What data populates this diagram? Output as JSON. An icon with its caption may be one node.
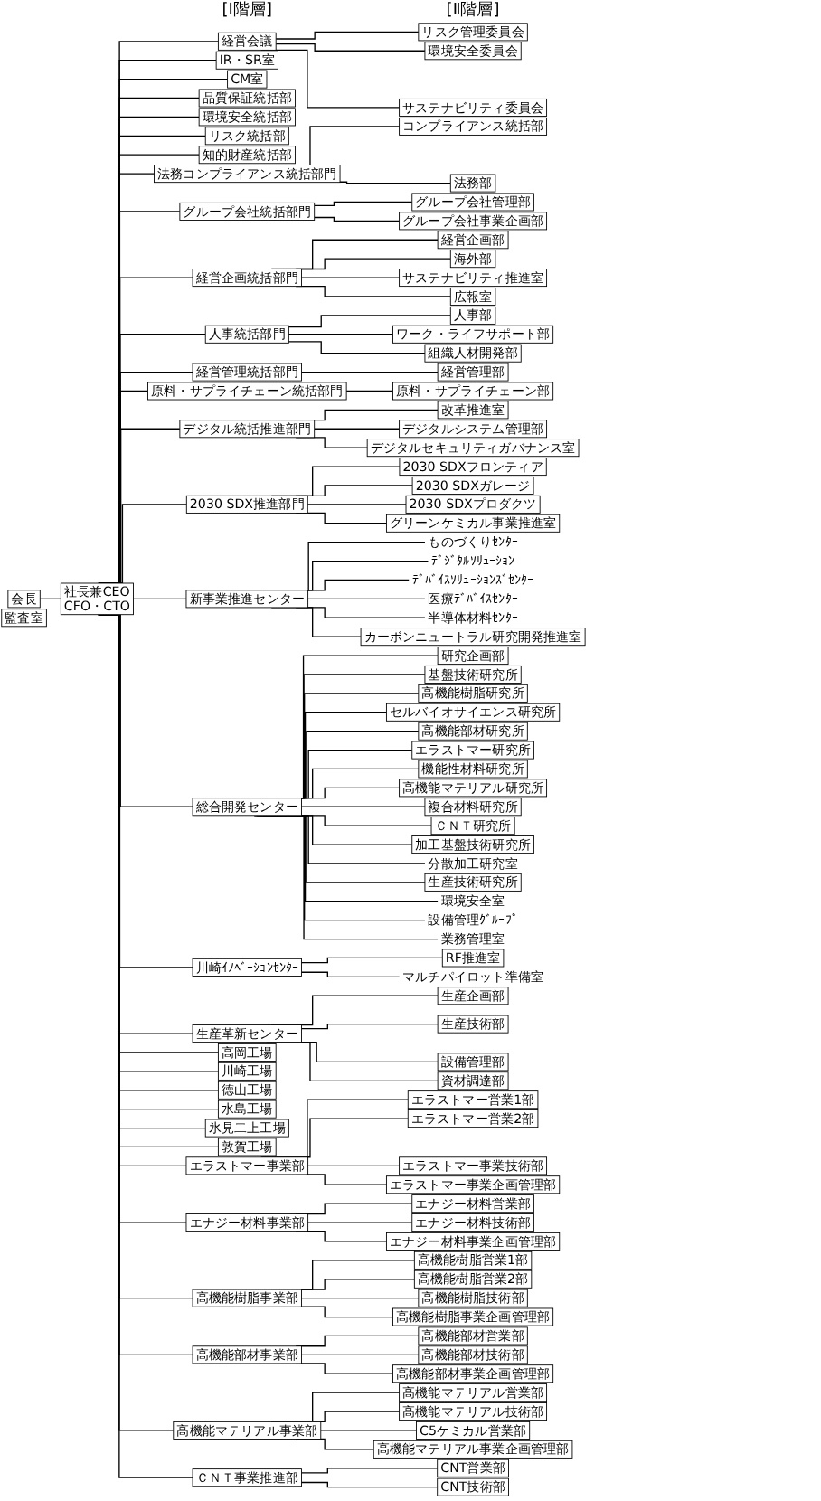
{
  "diagram": {
    "nodes": [
      {
        "text": [
          "会長"
        ]
      },
      {
        "text": [
          "社長兼CEO",
          "CFO・CTO"
        ]
      },
      {
        "text": [
          "経営会議"
        ]
      },
      {
        "text": [
          "リスク管理委員会"
        ]
      },
      {
        "text": [
          "環境安全委員会"
        ]
      },
      {
        "text": [
          "サステナビリティ委員会"
        ]
      },
      {
        "text": [
          "監査室"
        ]
      },
      {
        "text": [
          "IR・SR室"
        ]
      },
      {
        "text": [
          "CM室"
        ]
      },
      {
        "text": [
          "品質保証統括部"
        ]
      },
      {
        "text": [
          "環境安全統括部"
        ]
      },
      {
        "text": [
          "リスク統括部"
        ]
      },
      {
        "text": [
          "知的財産統括部"
        ]
      },
      {
        "text": [
          "法務コンプライアンス統括部門"
        ]
      },
      {
        "text": [
          "コンプライアンス統括部"
        ]
      },
      {
        "text": [
          "法務部"
        ]
      },
      {
        "text": [
          "グループ会社統括部門"
        ]
      },
      {
        "text": [
          "グループ会社管理部"
        ]
      },
      {
        "text": [
          "グループ会社事業企画部"
        ]
      },
      {
        "text": [
          "経営企画統括部門"
        ]
      },
      {
        "text": [
          "経営企画部"
        ]
      },
      {
        "text": [
          "海外部"
        ]
      },
      {
        "text": [
          "サステナビリティ推進室"
        ]
      },
      {
        "text": [
          "広報室"
        ]
      },
      {
        "text": [
          "人事統括部門"
        ]
      },
      {
        "text": [
          "人事部"
        ]
      },
      {
        "text": [
          "ワーク・ライフサポート部"
        ]
      },
      {
        "text": [
          "組織人材開発部"
        ]
      },
      {
        "text": [
          "経営管理統括部門"
        ]
      },
      {
        "text": [
          "経営管理部"
        ]
      },
      {
        "text": [
          "原料・サプライチェーン統括部門"
        ]
      },
      {
        "text": [
          "原料・サプライチェーン部"
        ]
      },
      {
        "text": [
          "デジタル統括推進部門"
        ]
      },
      {
        "text": [
          "改革推進室"
        ]
      },
      {
        "text": [
          "デジタルシステム管理部"
        ]
      },
      {
        "text": [
          "デジタルセキュリティガバナンス室"
        ]
      },
      {
        "text": [
          "2030 SDX推進部門"
        ]
      },
      {
        "text": [
          "2030 SDXフロンティア"
        ]
      },
      {
        "text": [
          "2030 SDXガレージ"
        ]
      },
      {
        "text": [
          "2030 SDXプロダクツ"
        ]
      },
      {
        "text": [
          "グリーンケミカル事業推進室"
        ]
      },
      {
        "text": [
          "新事業推進センター"
        ]
      },
      {
        "text": [
          "ものづくりｾﾝﾀｰ"
        ]
      },
      {
        "text": [
          "ﾃﾞｼﾞﾀﾙｿﾘｭｰｼｮﾝ"
        ]
      },
      {
        "text": [
          "ﾃﾞﾊﾞｲｽｿﾘｭｰｼｮﾝｽﾞｾﾝﾀｰ"
        ]
      },
      {
        "text": [
          "医療ﾃﾞﾊﾞｲｽｾﾝﾀｰ"
        ]
      },
      {
        "text": [
          "半導体材料ｾﾝﾀｰ"
        ]
      },
      {
        "text": [
          "カーボンニュートラル研究開発推進室"
        ]
      },
      {
        "text": [
          "総合開発センター"
        ]
      },
      {
        "text": [
          "研究企画部"
        ]
      },
      {
        "text": [
          "基盤技術研究所"
        ]
      },
      {
        "text": [
          "高機能樹脂研究所"
        ]
      },
      {
        "text": [
          "セルバイオサイエンス研究所"
        ]
      },
      {
        "text": [
          "高機能部材研究所"
        ]
      },
      {
        "text": [
          "エラストマー研究所"
        ]
      },
      {
        "text": [
          "機能性材料研究所"
        ]
      },
      {
        "text": [
          "高機能マテリアル研究所"
        ]
      },
      {
        "text": [
          "複合材料研究所"
        ]
      },
      {
        "text": [
          "ＣＮＴ研究所"
        ]
      },
      {
        "text": [
          "加工基盤技術研究所"
        ]
      },
      {
        "text": [
          "分散加工研究室"
        ]
      },
      {
        "text": [
          "生産技術研究所"
        ]
      },
      {
        "text": [
          "環境安全室"
        ]
      },
      {
        "text": [
          "設備管理ｸﾞﾙｰﾌﾟ"
        ]
      },
      {
        "text": [
          "業務管理室"
        ]
      },
      {
        "text": [
          "川崎ｲﾉﾍﾞｰｼｮﾝｾﾝﾀｰ"
        ]
      },
      {
        "text": [
          "RF推進室"
        ]
      },
      {
        "text": [
          "マルチパイロット準備室"
        ]
      },
      {
        "text": [
          "生産革新センター"
        ]
      },
      {
        "text": [
          "生産企画部"
        ]
      },
      {
        "text": [
          "生産技術部"
        ]
      },
      {
        "text": [
          "設備管理部"
        ]
      },
      {
        "text": [
          "資材調達部"
        ]
      },
      {
        "text": [
          "高岡工場"
        ]
      },
      {
        "text": [
          "川崎工場"
        ]
      },
      {
        "text": [
          "徳山工場"
        ]
      },
      {
        "text": [
          "水島工場"
        ]
      },
      {
        "text": [
          "氷見二上工場"
        ]
      },
      {
        "text": [
          "敦賀工場"
        ]
      },
      {
        "text": [
          "エラストマー事業部"
        ]
      },
      {
        "text": [
          "エラストマー営業1部"
        ]
      },
      {
        "text": [
          "エラストマー営業2部"
        ]
      },
      {
        "text": [
          "エラストマー事業技術部"
        ]
      },
      {
        "text": [
          "エラストマー事業企画管理部"
        ]
      },
      {
        "text": [
          "エナジー材料事業部"
        ]
      },
      {
        "text": [
          "エナジー材料営業部"
        ]
      },
      {
        "text": [
          "エナジー材料技術部"
        ]
      },
      {
        "text": [
          "エナジー材料事業企画管理部"
        ]
      },
      {
        "text": [
          "高機能樹脂事業部"
        ]
      },
      {
        "text": [
          "高機能樹脂営業1部"
        ]
      },
      {
        "text": [
          "高機能樹脂営業2部"
        ]
      },
      {
        "text": [
          "高機能樹脂技術部"
        ]
      },
      {
        "text": [
          "高機能樹脂事業企画管理部"
        ]
      },
      {
        "text": [
          "高機能部材事業部"
        ]
      },
      {
        "text": [
          "高機能部材営業部"
        ]
      },
      {
        "text": [
          "高機能部材技術部"
        ]
      },
      {
        "text": [
          "高機能部材事業企画管理部"
        ]
      },
      {
        "text": [
          "高機能マテリアル事業部"
        ]
      },
      {
        "text": [
          "高機能マテリアル営業部"
        ]
      },
      {
        "text": [
          "高機能マテリアル技術部"
        ]
      },
      {
        "text": [
          "C5ケミカル営業部"
        ]
      },
      {
        "text": [
          "高機能マテリアル事業企画管理部"
        ]
      },
      {
        "text": [
          "ＣＮＴ事業推進部"
        ]
      },
      {
        "text": [
          "CNT営業部"
        ]
      },
      {
        "text": [
          "CNT技術部"
        ]
      }
    ],
    "edges": [
      {
        "from": 0,
        "to": 1,
        "arrow": "none"
      },
      {
        "from": 1,
        "to": 2,
        "arrow": "none"
      },
      {
        "from": 2,
        "to": 3,
        "arrow": "none"
      },
      {
        "from": 2,
        "to": 4,
        "arrow": "none"
      },
      {
        "from": 2,
        "to": 5,
        "arrow": "none"
      },
      {
        "from": 1,
        "to": 7,
        "arrow": "none"
      },
      {
        "from": 1,
        "to": 8,
        "arrow": "none"
      },
      {
        "from": 1,
        "to": 9,
        "arrow": "none"
      },
      {
        "from": 1,
        "to": 10,
        "arrow": "none"
      },
      {
        "from": 1,
        "to": 11,
        "arrow": "none"
      },
      {
        "from": 1,
        "to": 12,
        "arrow": "none"
      },
      {
        "from": 1,
        "to": 13,
        "arrow": "none"
      },
      {
        "from": 13,
        "to": 14,
        "arrow": "none"
      },
      {
        "from": 13,
        "to": 15,
        "arrow": "none"
      },
      {
        "from": 1,
        "to": 16,
        "arrow": "none"
      },
      {
        "from": 16,
        "to": 17,
        "arrow": "none"
      },
      {
        "from": 16,
        "to": 18,
        "arrow": "none"
      },
      {
        "from": 1,
        "to": 19,
        "arrow": "none"
      },
      {
        "from": 19,
        "to": 20,
        "arrow": "none"
      },
      {
        "from": 19,
        "to": 21,
        "arrow": "none"
      },
      {
        "from": 19,
        "to": 22,
        "arrow": "none"
      },
      {
        "from": 19,
        "to": 23,
        "arrow": "none"
      },
      {
        "from": 1,
        "to": 24,
        "arrow": "none"
      },
      {
        "from": 24,
        "to": 25,
        "arrow": "none"
      },
      {
        "from": 24,
        "to": 26,
        "arrow": "none"
      },
      {
        "from": 24,
        "to": 27,
        "arrow": "none"
      },
      {
        "from": 1,
        "to": 28,
        "arrow": "none"
      },
      {
        "from": 28,
        "to": 29,
        "arrow": "none"
      },
      {
        "from": 1,
        "to": 30,
        "arrow": "none"
      },
      {
        "from": 30,
        "to": 31,
        "arrow": "none"
      },
      {
        "from": 1,
        "to": 32,
        "arrow": "none"
      },
      {
        "from": 32,
        "to": 33,
        "arrow": "none"
      },
      {
        "from": 32,
        "to": 34,
        "arrow": "none"
      },
      {
        "from": 32,
        "to": 35,
        "arrow": "none"
      },
      {
        "from": 1,
        "to": 36,
        "arrow": "none"
      },
      {
        "from": 36,
        "to": 37,
        "arrow": "none"
      },
      {
        "from": 36,
        "to": 38,
        "arrow": "none"
      },
      {
        "from": 36,
        "to": 39,
        "arrow": "none"
      },
      {
        "from": 36,
        "to": 40,
        "arrow": "none"
      },
      {
        "from": 1,
        "to": 41,
        "arrow": "none"
      },
      {
        "from": 41,
        "to": 42,
        "arrow": "none"
      },
      {
        "from": 41,
        "to": 43,
        "arrow": "none"
      },
      {
        "from": 41,
        "to": 44,
        "arrow": "none"
      },
      {
        "from": 41,
        "to": 45,
        "arrow": "none"
      },
      {
        "from": 41,
        "to": 46,
        "arrow": "none"
      },
      {
        "from": 41,
        "to": 47,
        "arrow": "none"
      },
      {
        "from": 1,
        "to": 48,
        "arrow": "none"
      },
      {
        "from": 48,
        "to": 49,
        "arrow": "none"
      },
      {
        "from": 48,
        "to": 50,
        "arrow": "none"
      },
      {
        "from": 48,
        "to": 51,
        "arrow": "none"
      },
      {
        "from": 48,
        "to": 52,
        "arrow": "none"
      },
      {
        "from": 48,
        "to": 53,
        "arrow": "none"
      },
      {
        "from": 48,
        "to": 54,
        "arrow": "none"
      },
      {
        "from": 48,
        "to": 55,
        "arrow": "none"
      },
      {
        "from": 48,
        "to": 56,
        "arrow": "none"
      },
      {
        "from": 48,
        "to": 57,
        "arrow": "none"
      },
      {
        "from": 48,
        "to": 58,
        "arrow": "none"
      },
      {
        "from": 48,
        "to": 59,
        "arrow": "none"
      },
      {
        "from": 48,
        "to": 60,
        "arrow": "none"
      },
      {
        "from": 48,
        "to": 61,
        "arrow": "none"
      },
      {
        "from": 48,
        "to": 62,
        "arrow": "none"
      },
      {
        "from": 48,
        "to": 63,
        "arrow": "none"
      },
      {
        "from": 48,
        "to": 64,
        "arrow": "none"
      },
      {
        "from": 1,
        "to": 65,
        "arrow": "none"
      },
      {
        "from": 65,
        "to": 66,
        "arrow": "none"
      },
      {
        "from": 65,
        "to": 67,
        "arrow": "none"
      },
      {
        "from": 1,
        "to": 68,
        "arrow": "none"
      },
      {
        "from": 68,
        "to": 69,
        "arrow": "none"
      },
      {
        "from": 68,
        "to": 70,
        "arrow": "none"
      },
      {
        "from": 68,
        "to": 71,
        "arrow": "none"
      },
      {
        "from": 68,
        "to": 72,
        "arrow": "none"
      },
      {
        "from": 1,
        "to": 73,
        "arrow": "none"
      },
      {
        "from": 1,
        "to": 74,
        "arrow": "none"
      },
      {
        "from": 1,
        "to": 75,
        "arrow": "none"
      },
      {
        "from": 1,
        "to": 76,
        "arrow": "none"
      },
      {
        "from": 1,
        "to": 77,
        "arrow": "none"
      },
      {
        "from": 1,
        "to": 78,
        "arrow": "none"
      },
      {
        "from": 1,
        "to": 79,
        "arrow": "none"
      },
      {
        "from": 79,
        "to": 80,
        "arrow": "none"
      },
      {
        "from": 79,
        "to": 81,
        "arrow": "none"
      },
      {
        "from": 79,
        "to": 82,
        "arrow": "none"
      },
      {
        "from": 79,
        "to": 83,
        "arrow": "none"
      },
      {
        "from": 1,
        "to": 84,
        "arrow": "none"
      },
      {
        "from": 84,
        "to": 85,
        "arrow": "none"
      },
      {
        "from": 84,
        "to": 86,
        "arrow": "none"
      },
      {
        "from": 84,
        "to": 87,
        "arrow": "none"
      },
      {
        "from": 1,
        "to": 88,
        "arrow": "none"
      },
      {
        "from": 88,
        "to": 89,
        "arrow": "none"
      },
      {
        "from": 88,
        "to": 90,
        "arrow": "none"
      },
      {
        "from": 88,
        "to": 91,
        "arrow": "none"
      },
      {
        "from": 88,
        "to": 92,
        "arrow": "none"
      },
      {
        "from": 1,
        "to": 93,
        "arrow": "none"
      },
      {
        "from": 93,
        "to": 94,
        "arrow": "none"
      },
      {
        "from": 93,
        "to": 95,
        "arrow": "none"
      },
      {
        "from": 93,
        "to": 96,
        "arrow": "none"
      },
      {
        "from": 1,
        "to": 97,
        "arrow": "none"
      },
      {
        "from": 97,
        "to": 98,
        "arrow": "none"
      },
      {
        "from": 97,
        "to": 99,
        "arrow": "none"
      },
      {
        "from": 97,
        "to": 100,
        "arrow": "none"
      },
      {
        "from": 97,
        "to": 101,
        "arrow": "none"
      },
      {
        "from": 1,
        "to": 102,
        "arrow": "none"
      },
      {
        "from": 102,
        "to": 103,
        "arrow": "none"
      },
      {
        "from": 102,
        "to": 104,
        "arrow": "none"
      }
    ],
    "labels": [
      "[Ⅰ階層]",
      "[Ⅱ階層]"
    ]
  }
}
